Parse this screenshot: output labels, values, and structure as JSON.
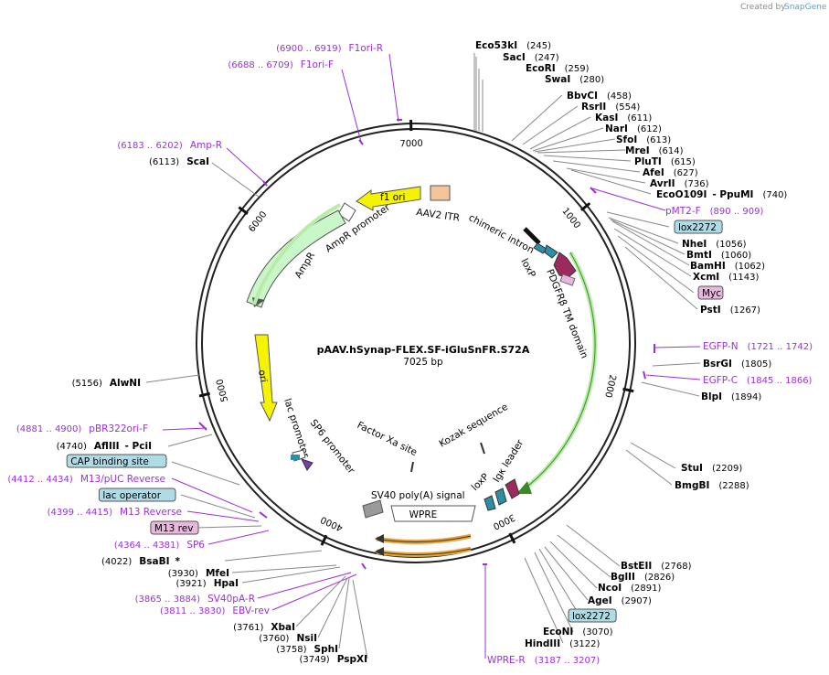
{
  "title": "pAAV.hSynap-FLEX.SF-iGluSnFR.S72A",
  "length": "7025 bp",
  "credit": "Created by",
  "credit_brand": "SnapGene",
  "colors": {
    "purple": "#9b30d9",
    "box": "#aedbe6",
    "pink": "#e8b7dc",
    "gold": "#e9a534",
    "green": "#b8eca7"
  },
  "ticks": [
    {
      "pos": 1000,
      "label": "1000"
    },
    {
      "pos": 2000,
      "label": "2000"
    },
    {
      "pos": 3000,
      "label": "3000"
    },
    {
      "pos": 4000,
      "label": "4000"
    },
    {
      "pos": 5000,
      "label": "5000"
    },
    {
      "pos": 6000,
      "label": "6000"
    },
    {
      "pos": 7000,
      "label": "7000"
    }
  ],
  "inner_labels": [
    {
      "text": "f1 ori"
    },
    {
      "text": "AAV2 ITR"
    },
    {
      "text": "chimeric intron"
    },
    {
      "text": "AmpR promoter"
    },
    {
      "text": "AmpR"
    },
    {
      "text": "loxP"
    },
    {
      "text": "PDGFRβ TM domain"
    },
    {
      "text": "ori"
    },
    {
      "text": "lac promoter"
    },
    {
      "text": "SP6 promoter"
    },
    {
      "text": "Factor Xa site"
    },
    {
      "text": "Kozak sequence"
    },
    {
      "text": "Igκ leader"
    },
    {
      "text": "loxP"
    },
    {
      "text": "SV40 poly(A) signal"
    },
    {
      "text": "WPRE"
    }
  ],
  "right_labels": [
    {
      "name": "Eco53kI",
      "pos": "(245)",
      "style": "enzyme"
    },
    {
      "name": "SacI",
      "pos": "(247)",
      "style": "enzyme"
    },
    {
      "name": "EcoRI",
      "pos": "(259)",
      "style": "enzyme"
    },
    {
      "name": "SwaI",
      "pos": "(280)",
      "style": "enzyme"
    },
    {
      "name": "BbvCI",
      "pos": "(458)",
      "style": "enzyme"
    },
    {
      "name": "RsrII",
      "pos": "(554)",
      "style": "enzyme"
    },
    {
      "name": "KasI",
      "pos": "(611)",
      "style": "enzyme"
    },
    {
      "name": "NarI",
      "pos": "(612)",
      "style": "enzyme"
    },
    {
      "name": "SfoI",
      "pos": "(613)",
      "style": "enzyme"
    },
    {
      "name": "MreI",
      "pos": "(614)",
      "style": "enzyme"
    },
    {
      "name": "PluTI",
      "pos": "(615)",
      "style": "enzyme"
    },
    {
      "name": "AfeI",
      "pos": "(627)",
      "style": "enzyme"
    },
    {
      "name": "AvrII",
      "pos": "(736)",
      "style": "enzyme"
    },
    {
      "name": "EcoO109I",
      "extra": "- PpuMI",
      "pos": "(740)",
      "style": "enzyme"
    },
    {
      "name": "pMT2-F",
      "pos": "(890 .. 909)",
      "style": "primer"
    },
    {
      "name": "lox2272",
      "style": "box"
    },
    {
      "name": "NheI",
      "pos": "(1056)",
      "style": "enzyme"
    },
    {
      "name": "BmtI",
      "pos": "(1060)",
      "style": "enzyme"
    },
    {
      "name": "BamHI",
      "pos": "(1062)",
      "style": "enzyme"
    },
    {
      "name": "XcmI",
      "pos": "(1143)",
      "style": "enzyme"
    },
    {
      "name": "Myc",
      "style": "pinkbox"
    },
    {
      "name": "PstI",
      "pos": "(1267)",
      "style": "enzyme"
    },
    {
      "name": "EGFP-N",
      "pos": "(1721 .. 1742)",
      "style": "primer"
    },
    {
      "name": "BsrGI",
      "pos": "(1805)",
      "style": "enzyme"
    },
    {
      "name": "EGFP-C",
      "pos": "(1845 .. 1866)",
      "style": "primer"
    },
    {
      "name": "BlpI",
      "pos": "(1894)",
      "style": "enzyme"
    },
    {
      "name": "StuI",
      "pos": "(2209)",
      "style": "enzyme"
    },
    {
      "name": "BmgBI",
      "pos": "(2288)",
      "style": "enzyme"
    },
    {
      "name": "BstEII",
      "pos": "(2768)",
      "style": "enzyme"
    },
    {
      "name": "BglII",
      "pos": "(2826)",
      "style": "enzyme"
    },
    {
      "name": "NcoI",
      "pos": "(2891)",
      "style": "enzyme"
    },
    {
      "name": "AgeI",
      "pos": "(2907)",
      "style": "enzyme"
    },
    {
      "name": "lox2272",
      "style": "box"
    },
    {
      "name": "EcoNI",
      "pos": "(3070)",
      "style": "enzyme"
    },
    {
      "name": "HindIII",
      "pos": "(3122)",
      "style": "enzyme"
    },
    {
      "name": "WPRE-R",
      "pos": "(3187 .. 3207)",
      "style": "primer"
    }
  ],
  "left_labels": [
    {
      "name": "F1ori-R",
      "pos": "(6900 .. 6919)",
      "style": "primer"
    },
    {
      "name": "F1ori-F",
      "pos": "(6688 .. 6709)",
      "style": "primer"
    },
    {
      "name": "Amp-R",
      "pos": "(6183 .. 6202)",
      "style": "primer"
    },
    {
      "name": "ScaI",
      "pos": "(6113)",
      "style": "enzyme"
    },
    {
      "name": "AlwNI",
      "pos": "(5156)",
      "style": "enzyme"
    },
    {
      "name": "pBR322ori-F",
      "pos": "(4881 .. 4900)",
      "style": "primer"
    },
    {
      "name": "AflIII",
      "extra": "- PciI",
      "pos": "(4740)",
      "style": "enzyme"
    },
    {
      "name": "CAP binding site",
      "style": "box"
    },
    {
      "name": "M13/pUC Reverse",
      "pos": "(4412 .. 4434)",
      "style": "primer"
    },
    {
      "name": "lac operator",
      "style": "box"
    },
    {
      "name": "M13 Reverse",
      "pos": "(4399 .. 4415)",
      "style": "primer"
    },
    {
      "name": "M13 rev",
      "style": "purplebox"
    },
    {
      "name": "SP6",
      "pos": "(4364 .. 4381)",
      "style": "primer"
    },
    {
      "name": "BsaBI",
      "extra": "*",
      "pos": "(4022)",
      "style": "enzyme"
    },
    {
      "name": "MfeI",
      "pos": "(3930)",
      "style": "enzyme"
    },
    {
      "name": "HpaI",
      "pos": "(3921)",
      "style": "enzyme"
    },
    {
      "name": "SV40pA-R",
      "pos": "(3865 .. 3884)",
      "style": "primer"
    },
    {
      "name": "EBV-rev",
      "pos": "(3811 .. 3830)",
      "style": "primer"
    },
    {
      "name": "XbaI",
      "pos": "(3761)",
      "style": "enzyme"
    },
    {
      "name": "NsiI",
      "pos": "(3760)",
      "style": "enzyme"
    },
    {
      "name": "SphI",
      "pos": "(3758)",
      "style": "enzyme"
    },
    {
      "name": "PspXI",
      "pos": "(3749)",
      "style": "enzyme"
    }
  ]
}
